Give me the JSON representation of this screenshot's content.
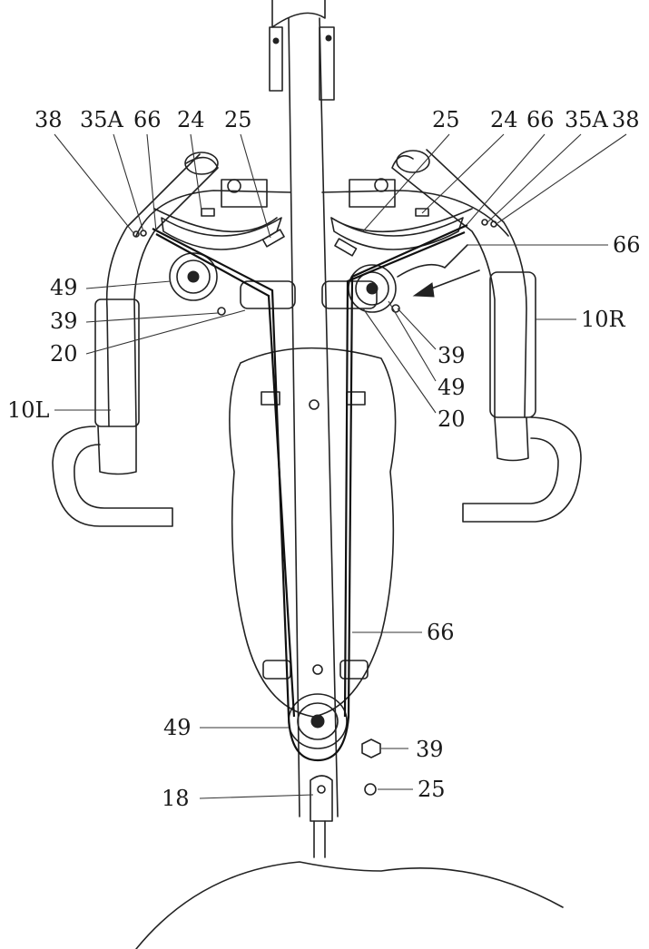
{
  "colors": {
    "line": "#222222",
    "background": "#ffffff"
  },
  "callouts": {
    "tl_38": "38",
    "tl_35a": "35A",
    "tl_66": "66",
    "tl_24": "24",
    "tl_25": "25",
    "l_49": "49",
    "l_39": "39",
    "l_20": "20",
    "l_10l": "10L",
    "tr_25": "25",
    "tr_24": "24",
    "tr_66": "66",
    "tr_35a": "35A",
    "tr_38": "38",
    "r_66": "66",
    "r_10r": "10R",
    "r_39": "39",
    "r_49": "49",
    "r_20": "20",
    "c_66": "66",
    "b_49": "49",
    "b_39": "39",
    "b_25": "25",
    "b_18": "18"
  }
}
